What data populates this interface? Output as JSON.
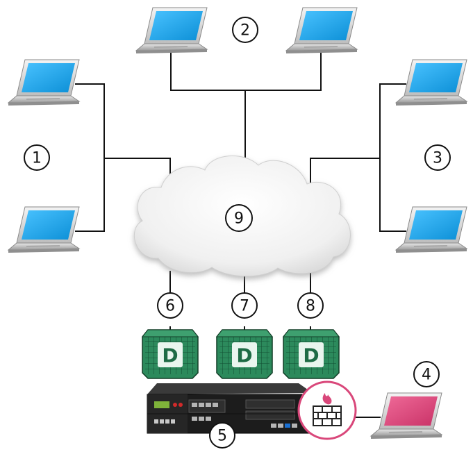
{
  "diagram": {
    "labels": {
      "group_left": "1",
      "group_top": "2",
      "group_right": "3",
      "admin_laptop": "4",
      "appliance": "5",
      "sensor_left": "6",
      "sensor_middle": "7",
      "sensor_right": "8",
      "cloud": "9"
    },
    "sensor_glyph": "D",
    "colors": {
      "laptop_screen": "#1aa6ec",
      "admin_screen": "#e0457a",
      "sensor_green": "#1e6b45",
      "firewall_ring": "#d9477a",
      "line": "#111111"
    }
  }
}
